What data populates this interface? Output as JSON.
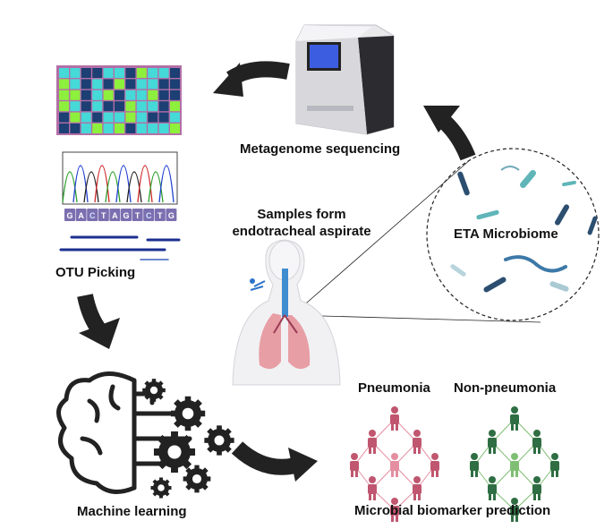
{
  "labels": {
    "otu_picking": "OTU Picking",
    "metagenome_sequencing": "Metagenome sequencing",
    "samples_line1": "Samples form",
    "samples_line2": "endotracheal aspirate",
    "eta_microbiome": "ETA Microbiome",
    "machine_learning": "Machine learning",
    "pneumonia": "Pneumonia",
    "non_pneumonia": "Non-pneumonia",
    "biomarker_prediction": "Microbial biomarker prediction"
  },
  "dna_sequence": [
    "G",
    "A",
    "C",
    "T",
    "A",
    "G",
    "T",
    "C",
    "T",
    "G"
  ],
  "colors": {
    "arrow": "#222222",
    "heatmap_dark": "#1c3f74",
    "heatmap_cyan": "#45d9d8",
    "heatmap_green": "#8df03c",
    "pneumonia_people": "#c0566f",
    "pneumonia_light": "#e58ea1",
    "nonpneumonia_people": "#2f6e43",
    "nonpneumonia_light": "#7fbf74",
    "sequencer_screen": "#3d5de0",
    "bacteria_dark": "#2c4f70",
    "bacteria_teal": "#5fb5b8"
  }
}
